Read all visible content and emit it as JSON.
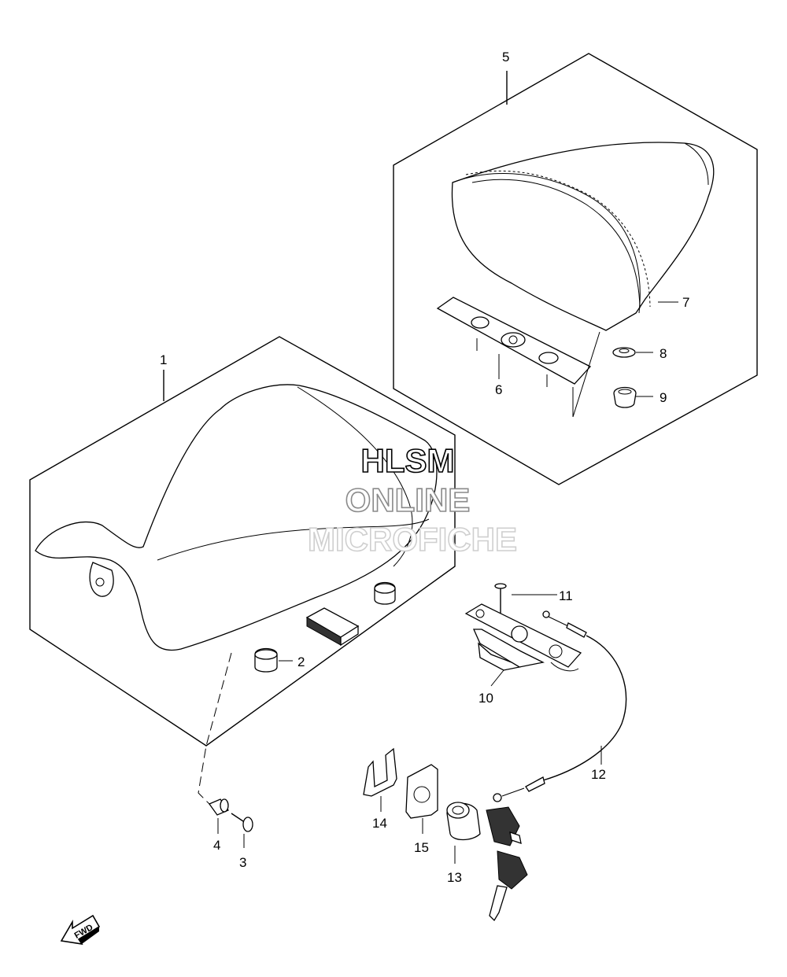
{
  "watermark": {
    "line1": "HLSM",
    "line2": "ONLINE",
    "line3": "MICROFICHE"
  },
  "callouts": {
    "n1": "1",
    "n2": "2",
    "n3": "3",
    "n4": "4",
    "n5": "5",
    "n6": "6",
    "n7": "7",
    "n8": "8",
    "n9": "9",
    "n10": "10",
    "n11": "11",
    "n12": "12",
    "n13": "13",
    "n14": "14",
    "n15": "15"
  },
  "fwd_label": "FWD",
  "icons": {
    "fwd": "fwd-arrow-icon"
  }
}
